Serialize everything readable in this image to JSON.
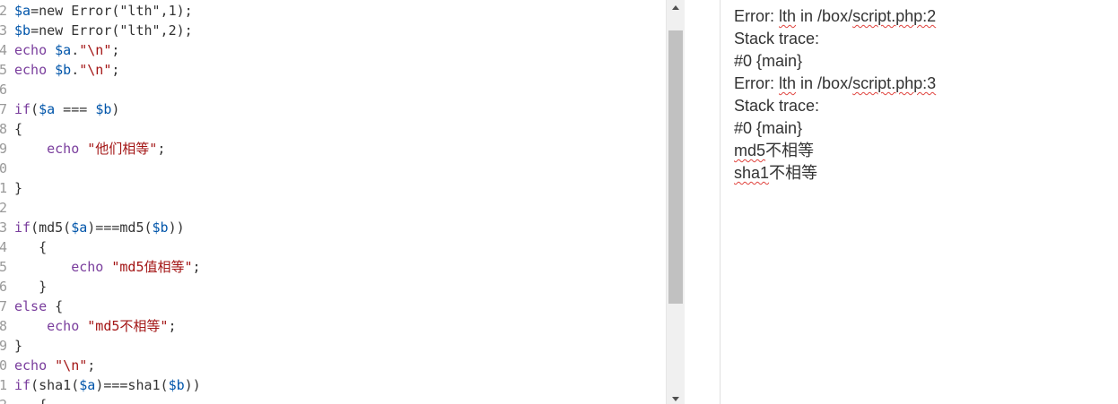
{
  "editor": {
    "line_numbers": [
      "2",
      "3",
      "4",
      "5",
      "6",
      "7",
      "8",
      "9",
      "0",
      "1",
      "2",
      "3",
      "4",
      "5",
      "6",
      "7",
      "8",
      "9",
      "0",
      "1",
      "2"
    ],
    "lines": [
      [
        {
          "t": "$a",
          "c": "var"
        },
        {
          "t": "=new Error(\"lth\",1);",
          "c": "fn"
        }
      ],
      [
        {
          "t": "$b",
          "c": "var"
        },
        {
          "t": "=new Error(\"lth\",2);",
          "c": "fn"
        }
      ],
      [
        {
          "t": "echo ",
          "c": "kw"
        },
        {
          "t": "$a",
          "c": "var"
        },
        {
          "t": ".",
          "c": "fn"
        },
        {
          "t": "\"\\n\"",
          "c": "str"
        },
        {
          "t": ";",
          "c": "fn"
        }
      ],
      [
        {
          "t": "echo ",
          "c": "kw"
        },
        {
          "t": "$b",
          "c": "var"
        },
        {
          "t": ".",
          "c": "fn"
        },
        {
          "t": "\"\\n\"",
          "c": "str"
        },
        {
          "t": ";",
          "c": "fn"
        }
      ],
      [],
      [
        {
          "t": "if",
          "c": "kw"
        },
        {
          "t": "(",
          "c": "fn"
        },
        {
          "t": "$a",
          "c": "var"
        },
        {
          "t": " === ",
          "c": "fn"
        },
        {
          "t": "$b",
          "c": "var"
        },
        {
          "t": ")",
          "c": "fn"
        }
      ],
      [
        {
          "t": "{",
          "c": "fn"
        }
      ],
      [
        {
          "t": "    echo ",
          "c": "kw"
        },
        {
          "t": "\"他们相等\"",
          "c": "str"
        },
        {
          "t": ";",
          "c": "fn"
        }
      ],
      [],
      [
        {
          "t": "}",
          "c": "fn"
        }
      ],
      [],
      [
        {
          "t": "if",
          "c": "kw"
        },
        {
          "t": "(md5(",
          "c": "fn"
        },
        {
          "t": "$a",
          "c": "var"
        },
        {
          "t": ")===md5(",
          "c": "fn"
        },
        {
          "t": "$b",
          "c": "var"
        },
        {
          "t": "))",
          "c": "fn"
        }
      ],
      [
        {
          "t": "   {",
          "c": "fn"
        }
      ],
      [
        {
          "t": "       echo ",
          "c": "kw"
        },
        {
          "t": "\"md5值相等\"",
          "c": "str"
        },
        {
          "t": ";",
          "c": "fn"
        }
      ],
      [
        {
          "t": "   }",
          "c": "fn"
        }
      ],
      [
        {
          "t": "else ",
          "c": "kw"
        },
        {
          "t": "{",
          "c": "fn"
        }
      ],
      [
        {
          "t": "    echo ",
          "c": "kw"
        },
        {
          "t": "\"md5不相等\"",
          "c": "str"
        },
        {
          "t": ";",
          "c": "fn"
        }
      ],
      [
        {
          "t": "}",
          "c": "fn"
        }
      ],
      [
        {
          "t": "echo ",
          "c": "kw"
        },
        {
          "t": "\"\\n\"",
          "c": "str"
        },
        {
          "t": ";",
          "c": "fn"
        }
      ],
      [
        {
          "t": "if",
          "c": "kw"
        },
        {
          "t": "(sha1(",
          "c": "fn"
        },
        {
          "t": "$a",
          "c": "var"
        },
        {
          "t": ")===sha1(",
          "c": "fn"
        },
        {
          "t": "$b",
          "c": "var"
        },
        {
          "t": "))",
          "c": "fn"
        }
      ],
      [
        {
          "t": "   {",
          "c": "fn"
        }
      ]
    ]
  },
  "output": {
    "lines": [
      [
        {
          "t": "Error: "
        },
        {
          "t": "lth",
          "sq": true
        },
        {
          "t": " in /box/"
        },
        {
          "t": "script.php:2",
          "sq": true
        }
      ],
      [
        {
          "t": "Stack trace:"
        }
      ],
      [
        {
          "t": "#0 {main}"
        }
      ],
      [
        {
          "t": "Error: "
        },
        {
          "t": "lth",
          "sq": true
        },
        {
          "t": " in /box/"
        },
        {
          "t": "script.php:3",
          "sq": true
        }
      ],
      [
        {
          "t": "Stack trace:"
        }
      ],
      [
        {
          "t": "#0 {main}"
        }
      ],
      [
        {
          "t": "md5",
          "sq": true
        },
        {
          "t": "不相等"
        }
      ],
      [
        {
          "t": "sha1",
          "sq": true
        },
        {
          "t": "不相等"
        }
      ]
    ]
  },
  "scrollbar": {
    "position": 0.0
  }
}
